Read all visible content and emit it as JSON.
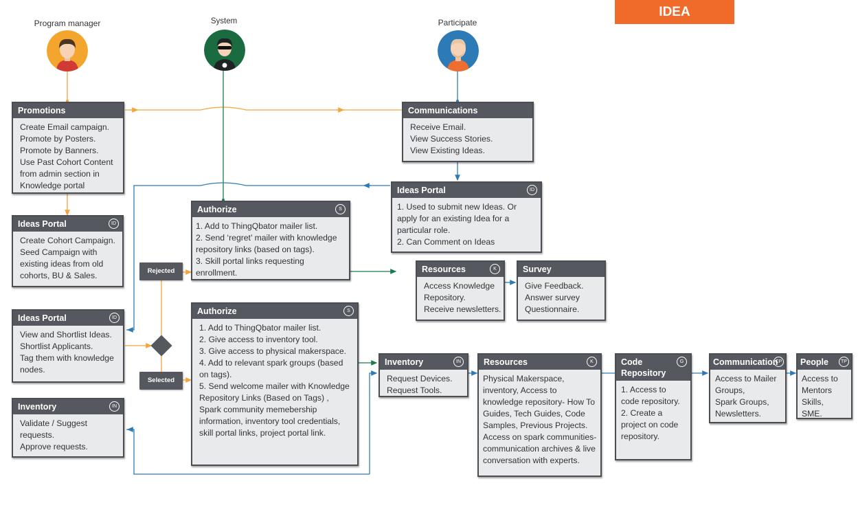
{
  "header": {
    "label": "IDEA"
  },
  "colors": {
    "accent": "#f06a2a",
    "orange_line": "#f3a43a",
    "blue_line": "#2d7bb6",
    "green_line": "#1d7a4a",
    "box_header": "#55585e",
    "box_body": "#e9eaeb"
  },
  "actors": {
    "program_manager": "Program manager",
    "system": "System",
    "participate": "Participate"
  },
  "boxes": {
    "promotions": {
      "title": "Promotions",
      "badge": "",
      "lines": [
        "Create Email campaign.",
        "Promote by Posters.",
        "Promote by Banners.",
        "Use Past Cohort Content",
        "from admin section in",
        "Knowledge portal"
      ]
    },
    "communications": {
      "title": "Communications",
      "badge": "",
      "lines": [
        "Receive Email.",
        "View Success Stories.",
        "View Existing Ideas."
      ]
    },
    "ideas_portal_pm": {
      "title": "Ideas Portal",
      "badge": "ID",
      "lines": [
        "Create Cohort Campaign.",
        "Seed Campaign with",
        "existing ideas from old",
        "cohorts, BU & Sales."
      ]
    },
    "authorize_1": {
      "title": "Authorize",
      "badge": "S",
      "lines": [
        "1. Add to ThingQbator mailer list.",
        "2. Send ‘regret’ mailer with knowledge",
        "repository links (based on tags).",
        "3. Skill portal links requesting",
        "enrollment."
      ]
    },
    "ideas_portal_part": {
      "title": "Ideas Portal",
      "badge": "ID",
      "lines": [
        "1. Used to submit new Ideas. Or",
        "apply for an existing Idea for a",
        "particular role.",
        "2. Can Comment on Ideas"
      ]
    },
    "resources_1": {
      "title": "Resources",
      "badge": "K",
      "lines": [
        "Access Knowledge",
        "Repository.",
        "Receive newsletters."
      ]
    },
    "survey": {
      "title": "Survey",
      "badge": "",
      "lines": [
        "Give Feedback.",
        "Answer survey",
        "Questionnaire."
      ]
    },
    "ideas_portal_shortlist": {
      "title": "Ideas Portal",
      "badge": "ID",
      "lines": [
        "View and Shortlist Ideas.",
        "Shortlist Applicants.",
        "Tag them with knowledge",
        "nodes."
      ]
    },
    "authorize_2": {
      "title": "Authorize",
      "badge": "S",
      "lines": [
        "1. Add to ThingQbator mailer list.",
        "2. Give access to inventory tool.",
        "3. Give access to physical makerspace.",
        "4. Add to relevant spark groups (based",
        "on tags).",
        "5. Send welcome mailer with Knowledge",
        "Repository Links (Based on Tags) ,",
        "Spark community memebership",
        "information, inventory tool credentials,",
        "skill portal links, project portal link."
      ]
    },
    "inventory_pm": {
      "title": "Inventory",
      "badge": "IN",
      "lines": [
        "Validate / Suggest",
        "requests.",
        "Approve requests."
      ]
    },
    "inventory_part": {
      "title": "Inventory",
      "badge": "IN",
      "lines": [
        "Request Devices.",
        "Request Tools."
      ]
    },
    "resources_2": {
      "title": "Resources",
      "badge": "K",
      "lines": [
        "Physical Makerspace,",
        "inventory, Access to",
        "knowledge repository- How To",
        "Guides, Tech Guides, Code",
        "Samples, Previous Projects.",
        "Access on spark communities-",
        "communication archives & live",
        "conversation with experts."
      ]
    },
    "code_repository": {
      "title": "Code Repository",
      "badge": "G",
      "lines": [
        "1. Access to",
        "code repository.",
        "2. Create a",
        "project on code",
        "repository."
      ]
    },
    "communication": {
      "title": "Communication",
      "badge": "CP",
      "lines": [
        "Access to Mailer",
        "Groups,",
        "Spark Groups,",
        "Newsletters."
      ]
    },
    "people": {
      "title": "People",
      "badge": "TP",
      "lines": [
        "Access to",
        "Mentors",
        "Skills,",
        "SME."
      ]
    }
  },
  "decision": {
    "rejected": "Rejected",
    "selected": "Selected"
  }
}
